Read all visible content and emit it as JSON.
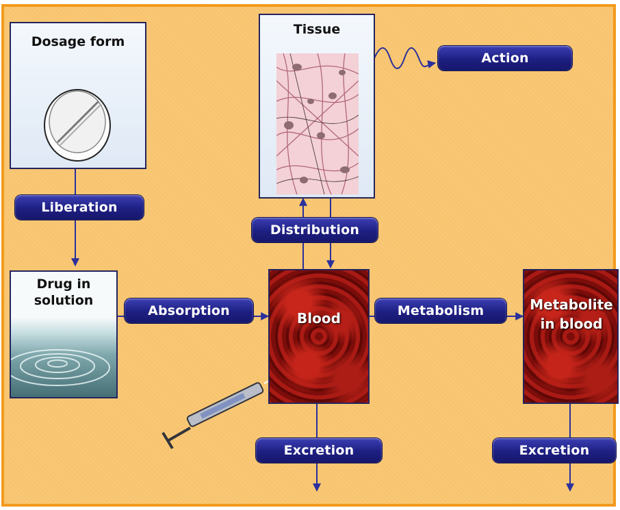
{
  "nodes": {
    "dosage_form": "Dosage form",
    "tissue": "Tissue",
    "drug_in_solution": "Drug in solution",
    "blood": "Blood",
    "metabolite_in_blood": "Metabolite in blood"
  },
  "processes": {
    "action": "Action",
    "liberation": "Liberation",
    "distribution": "Distribution",
    "absorption": "Absorption",
    "metabolism": "Metabolism",
    "excretion_blood": "Excretion",
    "excretion_metabolite": "Excretion"
  },
  "colors": {
    "frame_border": "#f39a1c",
    "background": "#f8c46e",
    "pill": "#1e1f82",
    "line": "#2a2f9c"
  }
}
